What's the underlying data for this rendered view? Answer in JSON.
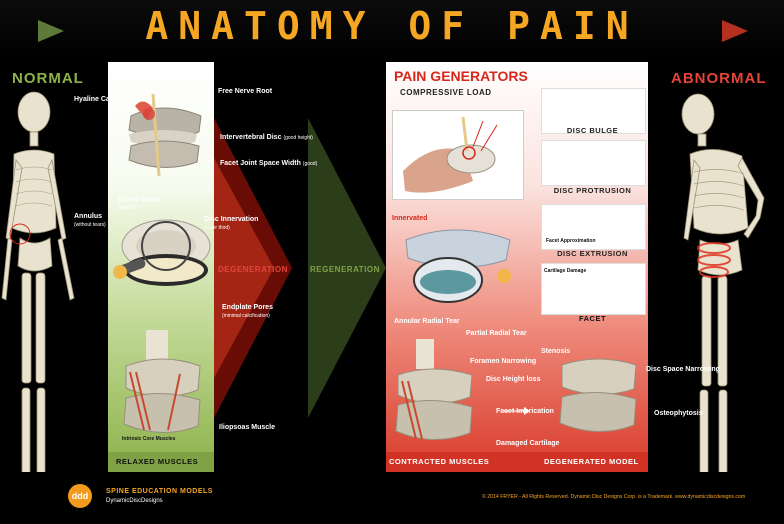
{
  "header": {
    "title": "ANATOMY OF PAIN"
  },
  "sides": {
    "normal": "NORMAL",
    "abnormal": "ABNORMAL"
  },
  "colors": {
    "accent": "#f5a623",
    "normal_green": "#8db24b",
    "abnormal_red": "#d8261a",
    "background": "#000000"
  },
  "normal": {
    "callouts": {
      "hyaline": "Hyaline Cartilage",
      "nerve_root": "Free Nerve Root",
      "disc": "Intervertebral Disc",
      "disc_note": "(good height)",
      "facet": "Facet Joint Space Width",
      "facet_note": "(good)",
      "annulus": "Annulus",
      "annulus_note": "(without tears)",
      "canal": "Spinal Canal",
      "canal_note": "(patent)",
      "innervation": "Disc Innervation",
      "innervation_note": "(outer third)",
      "endplate": "Endplate Pores",
      "endplate_note": "(minimal calcification)",
      "iliopsoas": "Iliopsoas Muscle",
      "intrinsic": "Intrinsic Core Muscles"
    },
    "caption": "RELAXED MUSCLES"
  },
  "arrows": {
    "degeneration": "DEGENERATION",
    "regeneration": "REGENERATION"
  },
  "abnormal": {
    "title": "PAIN GENERATORS",
    "compressive": "COMPRESSIVE LOAD",
    "thumbs": {
      "bulge": "DISC BULGE",
      "protrusion": "DISC PROTRUSION",
      "extrusion": "DISC EXTRUSION",
      "facet": "FACET"
    },
    "callouts": {
      "facet_approx": "Facet Approximation",
      "cartilage": "Cartilage Damage",
      "innervated": "Innervated",
      "annular": "Annular Radial Tear",
      "partial": "Partial Radial Tear",
      "stenosis": "Stenosis",
      "foramen": "Foramen Narrowing",
      "disc_height": "Disc Height loss",
      "imbrication": "Facet Imbrication",
      "damaged_cartilage": "Damaged Cartilage",
      "space_narrowing": "Disc Space Narrowing",
      "osteophytosis": "Osteophytosis"
    },
    "caption_contracted": "CONTRACTED MUSCLES",
    "caption_degenerated": "DEGENERATED MODEL"
  },
  "footer": {
    "logo": "ddd",
    "brand": "SPINE EDUCATION MODELS",
    "brand_sub": "DynamicDiscDesigns",
    "copyright": "© 2014 FRYER - All Rights Reserved. Dynamic Disc Designs Corp. is a Trademark. www.dynamicdiscdesigns.com"
  }
}
